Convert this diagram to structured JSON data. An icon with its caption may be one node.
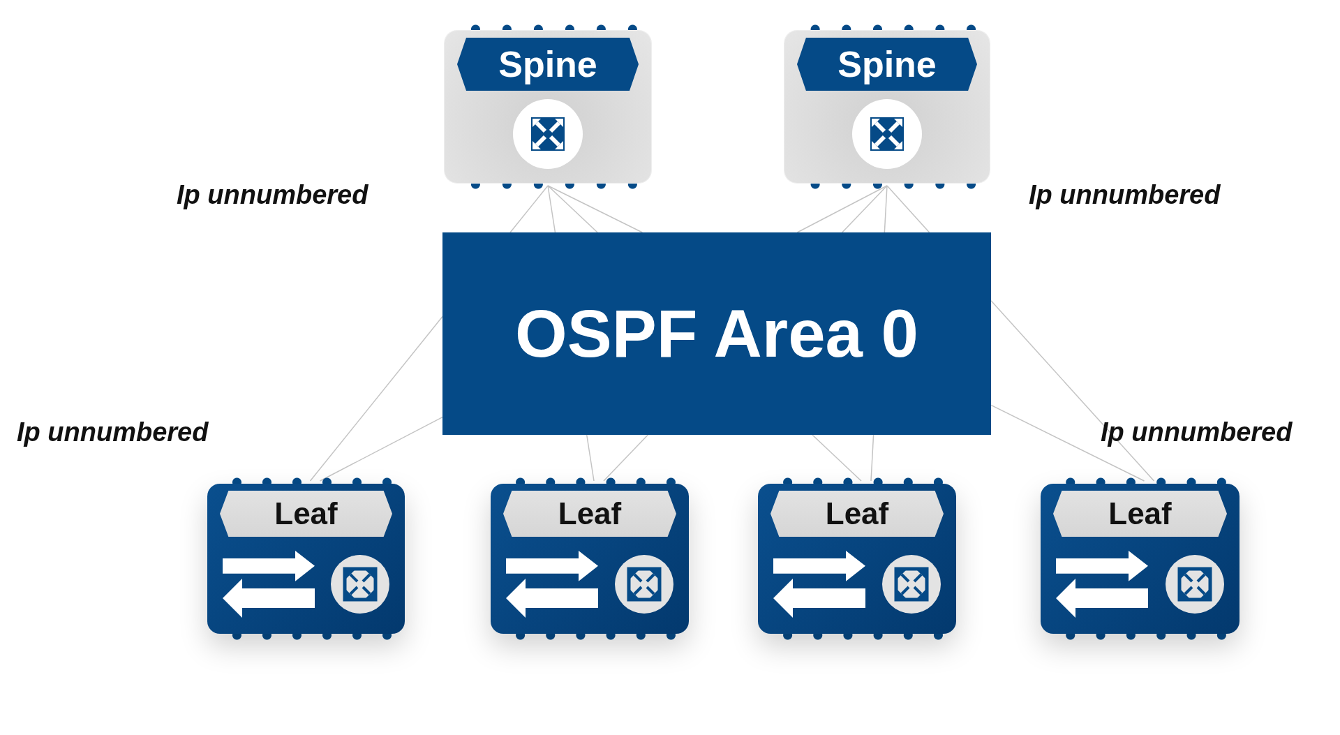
{
  "diagram": {
    "nodes": [
      {
        "text": [
          "Spine"
        ]
      },
      {
        "text": [
          "Spine"
        ]
      },
      {
        "text": [
          "OSPF Area 0"
        ]
      },
      {
        "text": [
          "Leaf"
        ]
      },
      {
        "text": [
          "Leaf"
        ]
      },
      {
        "text": [
          "Leaf"
        ]
      },
      {
        "text": [
          "Leaf"
        ]
      }
    ],
    "edges": [
      {
        "from": 0,
        "to": 2,
        "arrow": "none"
      },
      {
        "from": 0,
        "to": 2,
        "arrow": "none"
      },
      {
        "from": 0,
        "to": 2,
        "arrow": "none"
      },
      {
        "from": 0,
        "to": 2,
        "arrow": "none"
      },
      {
        "from": 1,
        "to": 2,
        "arrow": "none"
      },
      {
        "from": 1,
        "to": 2,
        "arrow": "none"
      },
      {
        "from": 1,
        "to": 2,
        "arrow": "none"
      },
      {
        "from": 1,
        "to": 2,
        "arrow": "none"
      },
      {
        "from": 2,
        "to": 3,
        "arrow": "none"
      },
      {
        "from": 2,
        "to": 3,
        "arrow": "none"
      },
      {
        "from": 2,
        "to": 4,
        "arrow": "none"
      },
      {
        "from": 2,
        "to": 4,
        "arrow": "none"
      },
      {
        "from": 2,
        "to": 5,
        "arrow": "none"
      },
      {
        "from": 2,
        "to": 5,
        "arrow": "none"
      },
      {
        "from": 2,
        "to": 6,
        "arrow": "none"
      },
      {
        "from": 2,
        "to": 6,
        "arrow": "none"
      }
    ],
    "labels": [
      "Ip unnumbered",
      "Ip unnumbered",
      "Ip unnumbered",
      "Ip unnumbered"
    ]
  }
}
